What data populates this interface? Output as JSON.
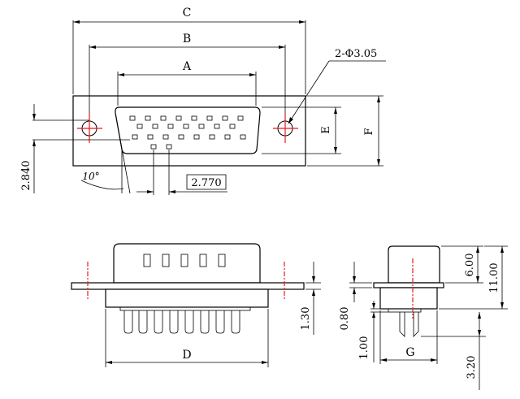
{
  "dimensions": {
    "C": "C",
    "B": "B",
    "A": "A",
    "E": "E",
    "F": "F",
    "D": "D",
    "G": "G",
    "hole": "2-Φ3.05",
    "pitch_row": "2.770",
    "row_offset": "2.840",
    "angle": "10°",
    "front_h": "1.30",
    "h_600": "6.00",
    "h_1100": "11.00",
    "t_080": "0.80",
    "t_100": "1.00",
    "pin_320": "3.20"
  },
  "colors": {
    "centerline": "#e8191e",
    "line": "#000000"
  }
}
